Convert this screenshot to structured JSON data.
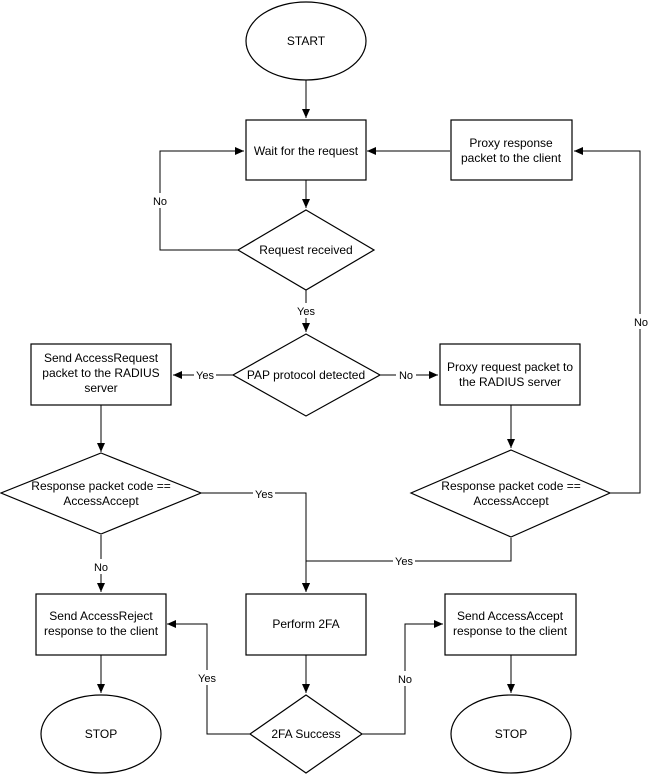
{
  "nodes": {
    "start": "START",
    "wait": "Wait for the request",
    "proxy_response": [
      "Proxy response",
      "packet to the client"
    ],
    "request_received": "Request received",
    "pap": "PAP protocol detected",
    "send_access_request": [
      "Send AccessRequest",
      "packet to the RADIUS",
      "server"
    ],
    "proxy_request": [
      "Proxy request packet to",
      "the RADIUS server"
    ],
    "resp_left": [
      "Response packet code ==",
      "AccessAccept"
    ],
    "resp_right": [
      "Response packet code ==",
      "AccessAccept"
    ],
    "send_reject": [
      "Send AccessReject",
      "response to the client"
    ],
    "perform_2fa": "Perform 2FA",
    "send_accept": [
      "Send AccessAccept",
      "response to the client"
    ],
    "twofa_success": "2FA Success",
    "stop_left": "STOP",
    "stop_right": "STOP"
  },
  "edge_labels": {
    "no_loop": "No",
    "yes_received": "Yes",
    "yes_pap": "Yes",
    "no_pap": "No",
    "no_right_up": "No",
    "yes_left_resp": "Yes",
    "no_left_resp": "No",
    "yes_right_resp": "Yes",
    "yes_2fa": "Yes",
    "no_2fa": "No"
  },
  "colors": {
    "stroke": "#000000",
    "fill": "#ffffff"
  }
}
